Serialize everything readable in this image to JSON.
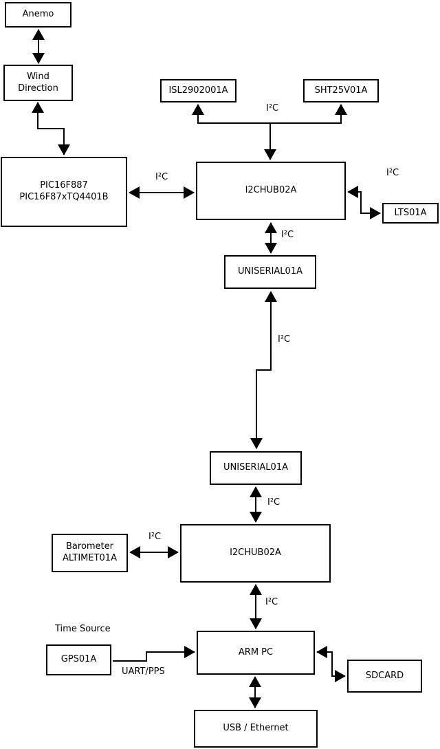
{
  "diagram": {
    "colors": {
      "line": "#000000",
      "background": "#ffffff"
    },
    "nodes": {
      "anemo": {
        "label": "Anemo"
      },
      "wind_direction": {
        "line1": "Wind",
        "line2": "Direction"
      },
      "pic": {
        "line1": "PIC16F887",
        "line2": "PIC16F87xTQ4401B"
      },
      "isl": {
        "label": "ISL2902001A"
      },
      "sht": {
        "label": "SHT25V01A"
      },
      "i2c_hub_1": {
        "label": "I2CHUB02A"
      },
      "lts": {
        "label": "LTS01A"
      },
      "uniserial_1": {
        "label": "UNISERIAL01A"
      },
      "uniserial_2": {
        "label": "UNISERIAL01A"
      },
      "i2c_hub_2": {
        "label": "I2CHUB02A"
      },
      "barometer": {
        "line1": "Barometer",
        "line2": "ALTIMET01A"
      },
      "arm_pc": {
        "label": "ARM PC"
      },
      "gps": {
        "label": "GPS01A"
      },
      "sdcard": {
        "label": "SDCARD"
      },
      "usb_ethernet": {
        "label": "USB / Ethernet"
      }
    },
    "edge_labels": {
      "i2c": "I²C",
      "time_source": "Time Source",
      "uart_pps": "UART/PPS"
    }
  }
}
